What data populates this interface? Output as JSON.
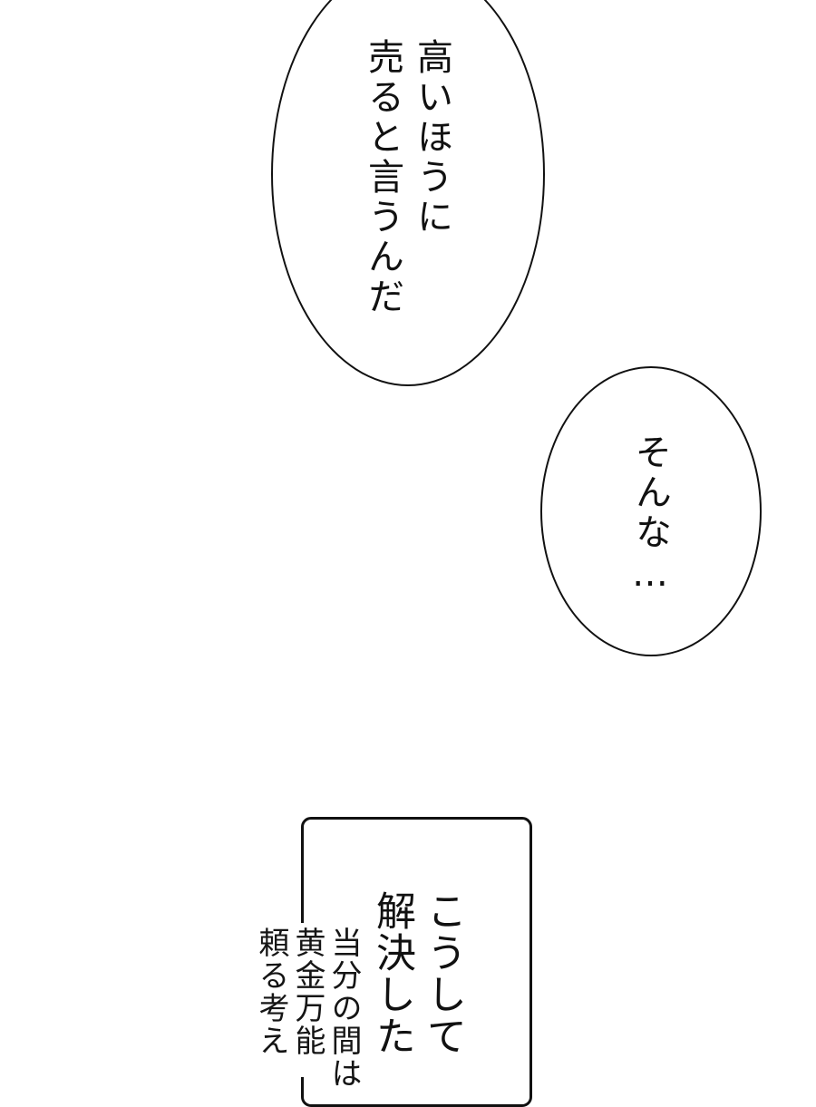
{
  "page": {
    "background": "#ffffff",
    "line_color": "#111111"
  },
  "balloon_1": {
    "shape": "oval",
    "lines": [
      "高いほうに",
      "売ると言うんだ"
    ]
  },
  "balloon_2": {
    "shape": "oval",
    "lines": [
      "そんな…"
    ]
  },
  "caption_box": {
    "shape": "rounded-rectangle",
    "lines": [
      "こうして",
      "解決した"
    ]
  },
  "handwritten_note": {
    "lines": [
      "当分の間は",
      "黄金万能",
      "頼る考え"
    ]
  }
}
